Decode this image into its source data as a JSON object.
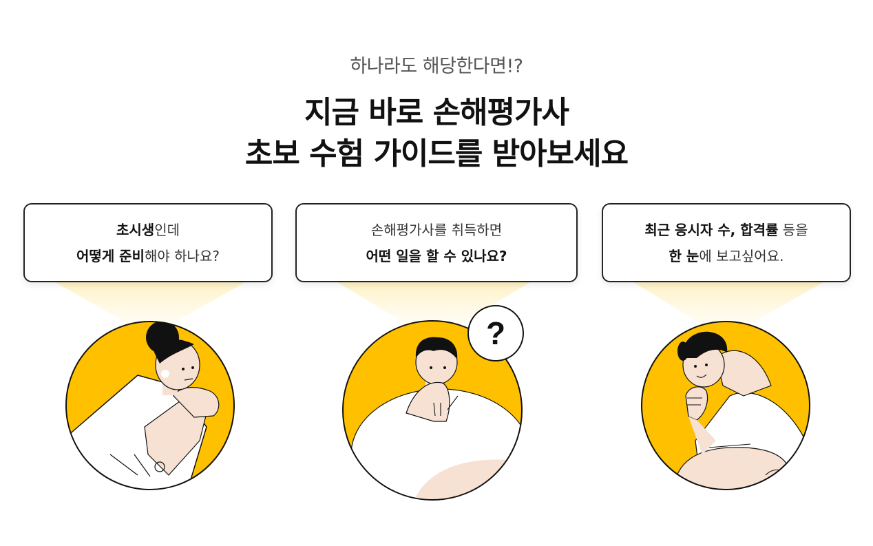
{
  "header": {
    "eyebrow": "하나라도 해당한다면!?",
    "headline_line1": "지금 바로 손해평가사",
    "headline_line2": "초보 수험 가이드를 받아보세요"
  },
  "bubbles": [
    {
      "line1_bold": "초시생",
      "line1_rest": "인데",
      "line2_bold": "어떻게 준비",
      "line2_rest": "해야 하나요?"
    },
    {
      "line1_plain": "손해평가사를 취득하면",
      "line2_bold": "어떤 일을 할 수 있나요?"
    },
    {
      "line1_bold": "최근 응시자 수, 합격률",
      "line1_rest": " 등을",
      "line2_bold": "한 눈",
      "line2_rest": "에 보고싶어요."
    }
  ],
  "question_mark": "?",
  "colors": {
    "accent_yellow": "#FFC000",
    "light_yellow": "#FFF3C4",
    "skin": "#F6E1D3",
    "outline": "#111111"
  }
}
